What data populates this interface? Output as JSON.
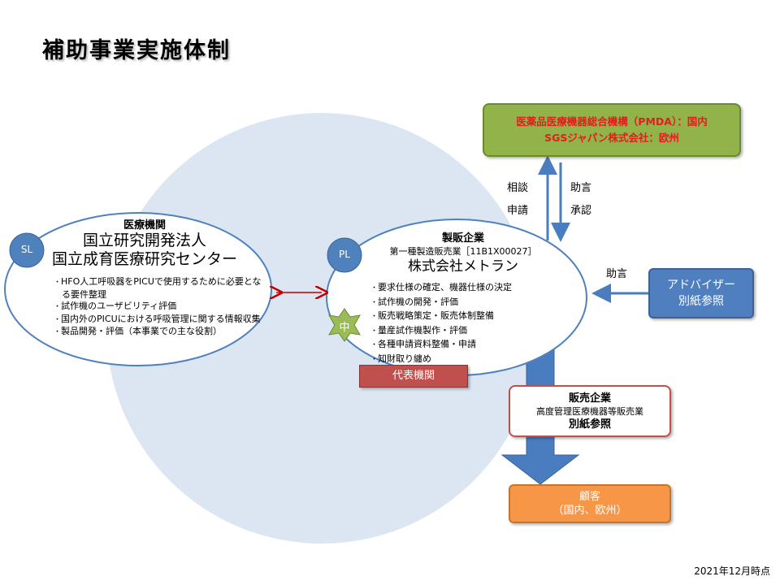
{
  "title": "補助事業実施体制",
  "left_org": {
    "badge": "SL",
    "label": "医療機関",
    "name_line1": "国立研究開発法人",
    "name_line2": "国立成育医療研究センター",
    "tasks": [
      "HFO人工呼吸器をPICUで使用するために必要となる要件整理",
      "試作機のユーザビリティ評価",
      "国内外のPICUにおける呼吸管理に関する情報収集",
      "製品開発・評価（本事業での主な役割）"
    ]
  },
  "right_org": {
    "badge": "PL",
    "label": "製販企業",
    "license": "第一種製造販売業［11B1X00027］",
    "name": "株式会社メトラン",
    "star": "中",
    "tasks": [
      "要求仕様の確定、機器仕様の決定",
      "試作機の開発・評価",
      "販売戦略策定・販売体制整備",
      "量産試作機製作・評価",
      "各種申請資料整備・申請",
      "知財取り纏め"
    ],
    "representative": "代表機関"
  },
  "pmda": {
    "line1": "医薬品医療機器総合機構（PMDA）：国内",
    "line2": "SGSジャパン株式会社：欧州"
  },
  "arrows": {
    "up_1": "相談",
    "up_2": "申請",
    "down_1": "助言",
    "down_2": "承認",
    "advice": "助言"
  },
  "advisor": {
    "line1": "アドバイザー",
    "line2": "別紙参照"
  },
  "sales": {
    "title": "販売企業",
    "sub": "高度管理医療機器等販売業",
    "ref": "別紙参照"
  },
  "customer": {
    "line1": "顧客",
    "line2": "（国内、欧州）"
  },
  "date": "2021年12月時点",
  "colors": {
    "bg_circle": "#dce6f2",
    "ellipse_border": "#4f81bd",
    "badge_fill": "#4f81bd",
    "red_arrow": "#c00000",
    "blue_arrow": "#4a7dbf",
    "star_fill": "#9bbb59"
  }
}
